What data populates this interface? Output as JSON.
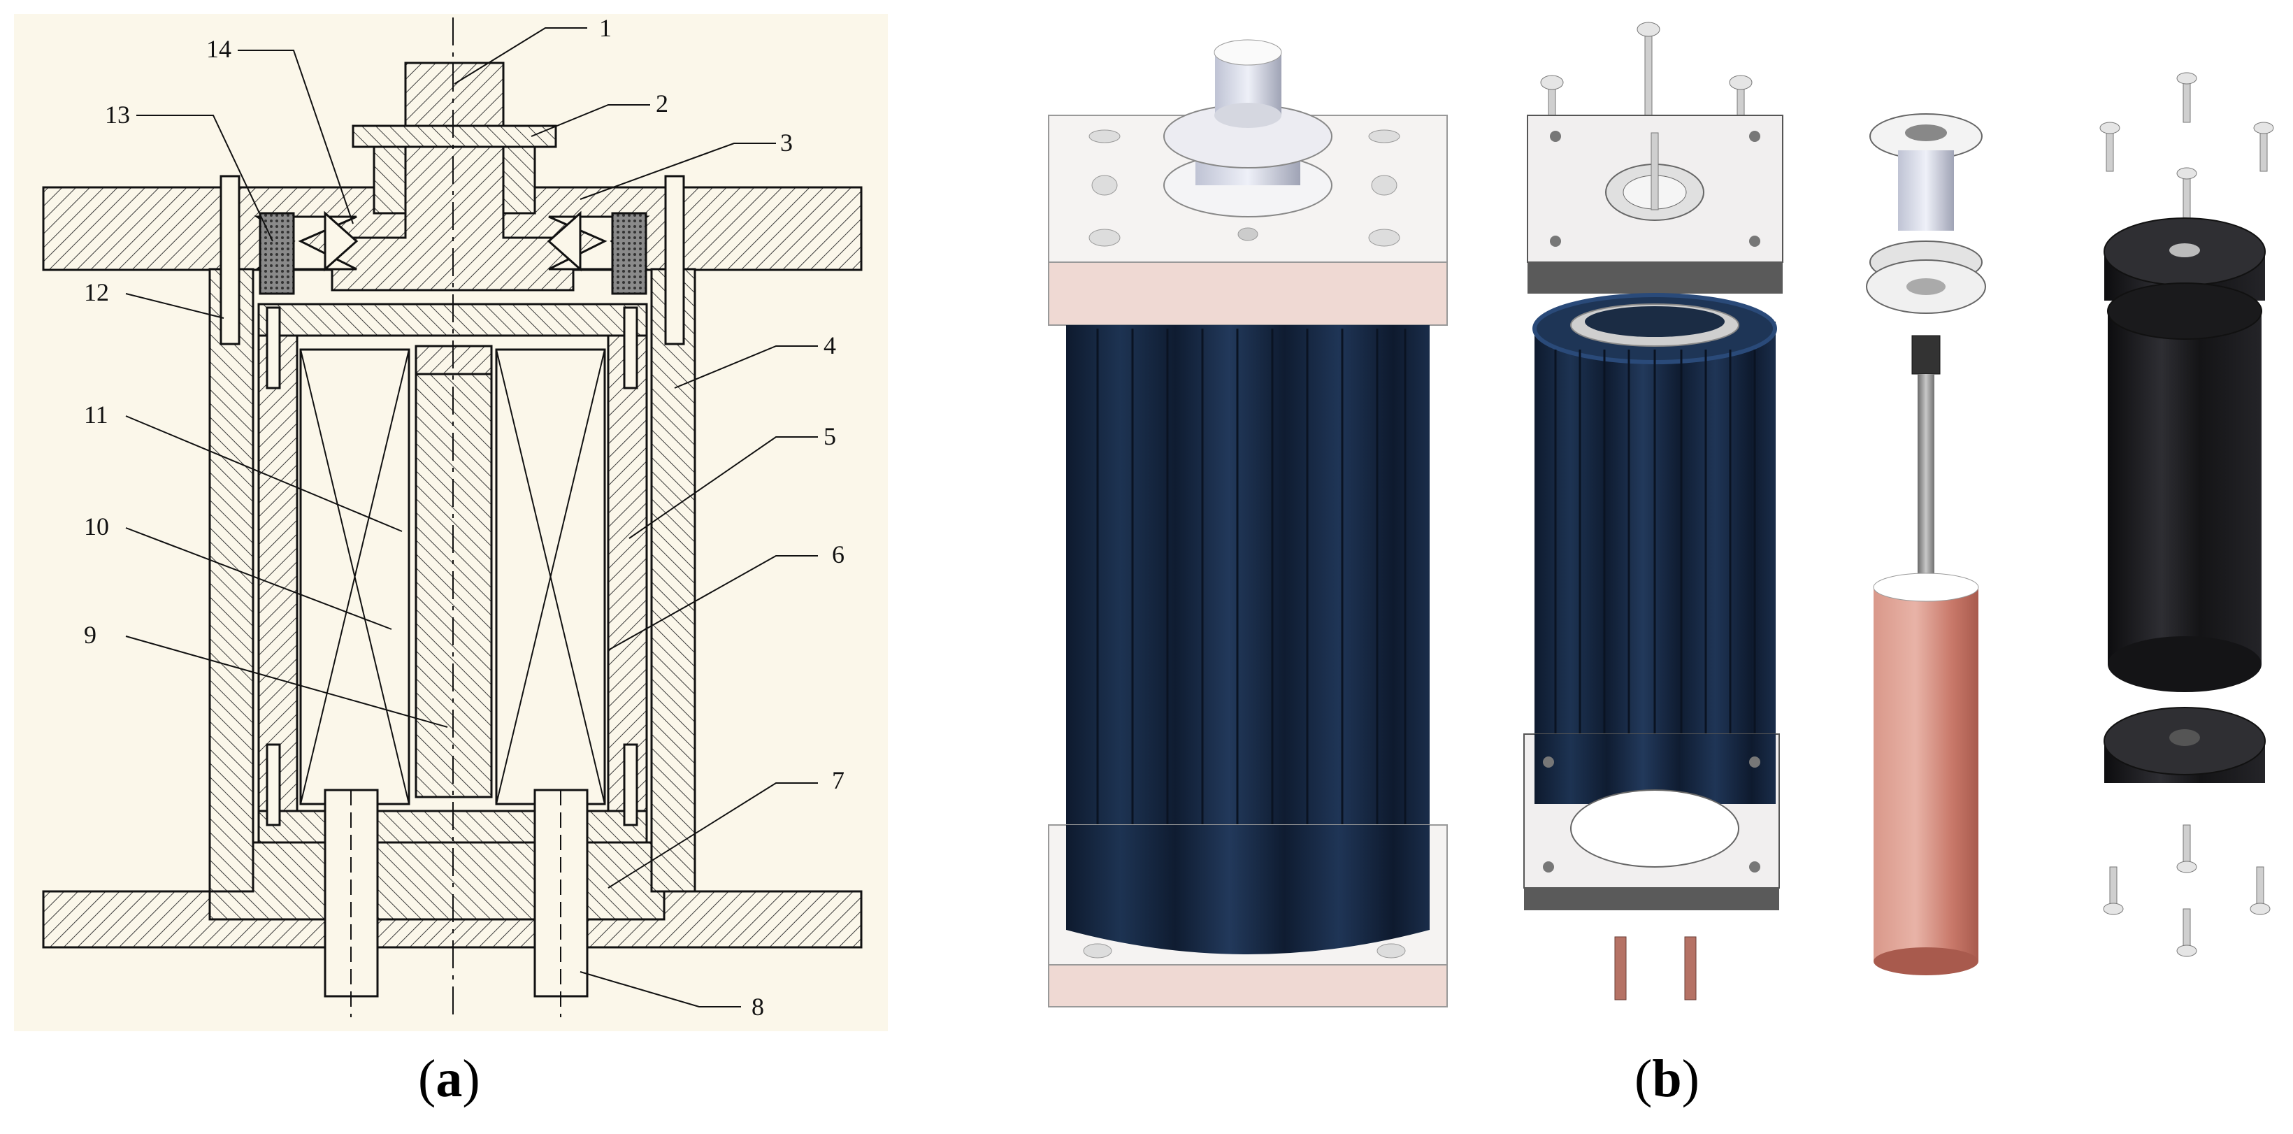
{
  "panels": [
    {
      "id": "a",
      "paren_open": "(",
      "letter": "a",
      "paren_close": ")"
    },
    {
      "id": "b",
      "paren_open": "(",
      "letter": "b",
      "paren_close": ")"
    }
  ],
  "callouts": [
    "1",
    "2",
    "3",
    "4",
    "5",
    "6",
    "7",
    "8",
    "9",
    "10",
    "11",
    "12",
    "13",
    "14"
  ],
  "colors": {
    "drawing_background": "#fbf7ea",
    "hatch": "#3a3a3a",
    "housing_blue": "#17263f",
    "coil_copper": "#c97f72",
    "plate_white": "#f2efee",
    "plate_pink": "#efd9d3",
    "dark_cylinder": "#1c1c1e"
  }
}
